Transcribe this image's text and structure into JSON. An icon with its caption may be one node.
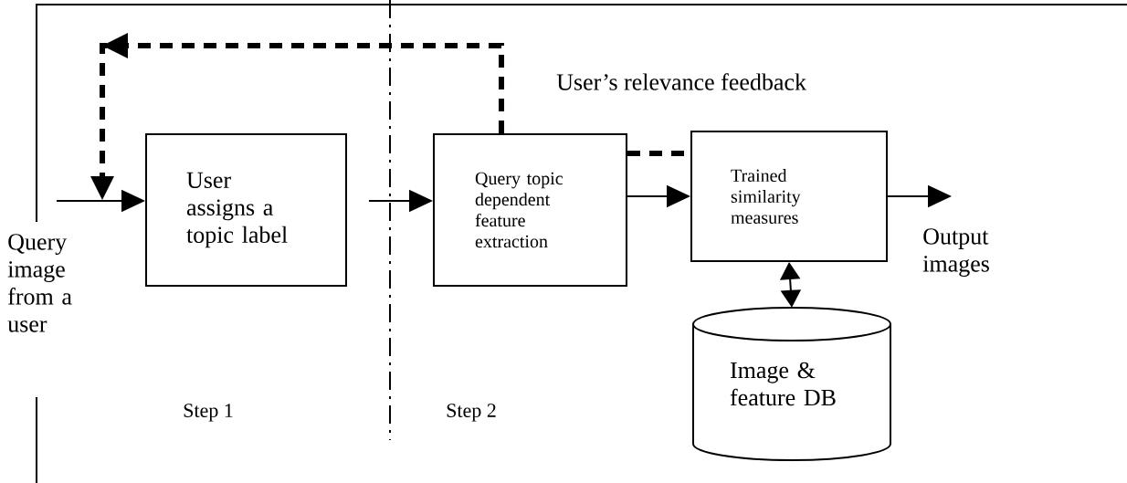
{
  "diagram": {
    "nodes": [
      {
        "text": [
          "User assigns a topic label"
        ]
      },
      {
        "text": [
          "Query topic dependent feature extraction"
        ]
      },
      {
        "text": [
          "Trained similarity measures"
        ]
      },
      {
        "text": [
          "Image & feature DB"
        ]
      }
    ],
    "edges": [
      {
        "from": null,
        "to": 0,
        "arrow": "to"
      },
      {
        "from": 1,
        "to": null,
        "arrow": "to",
        "style": "dashed"
      },
      {
        "from": 0,
        "to": 1,
        "arrow": "to"
      },
      {
        "from": 1,
        "to": 2,
        "arrow": "to"
      },
      {
        "from": 1,
        "to": 2,
        "arrow": "none",
        "style": "dashed"
      },
      {
        "from": 2,
        "to": null,
        "arrow": "to"
      },
      {
        "from": 2,
        "to": 3,
        "arrow": "both"
      }
    ],
    "labels": [
      "User’s relevance feedback",
      "Query image from a user",
      "Output images",
      "Step 1",
      "Step 2"
    ]
  }
}
